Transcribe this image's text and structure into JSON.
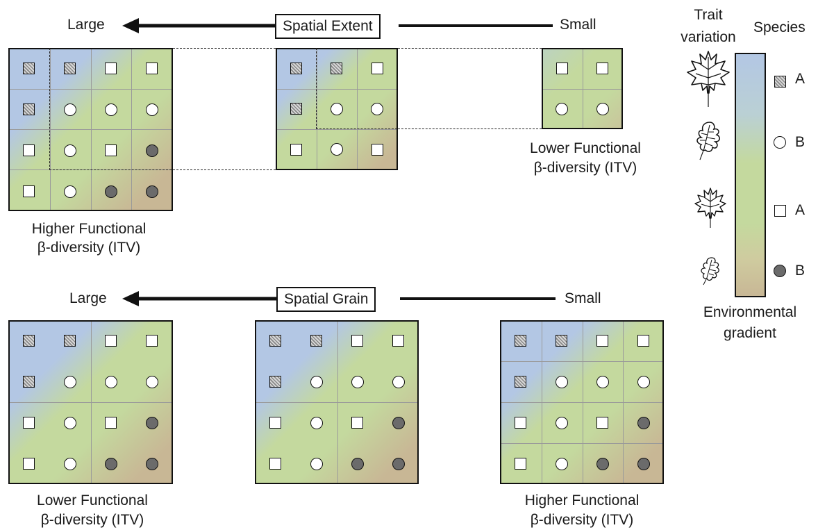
{
  "top": {
    "label": "Spatial Extent",
    "left": "Large",
    "right": "Small",
    "caption_left": [
      "Higher Functional",
      "β-diversity (ITV)"
    ],
    "caption_right": [
      "Lower Functional",
      "β-diversity (ITV)"
    ]
  },
  "bottom": {
    "label": "Spatial Grain",
    "left": "Large",
    "right": "Small",
    "caption_left": [
      "Lower Functional",
      "β-diversity (ITV)"
    ],
    "caption_right": [
      "Higher Functional",
      "β-diversity (ITV)"
    ]
  },
  "legend": {
    "trait_title": [
      "Trait",
      "variation"
    ],
    "species_title": "Species",
    "items": [
      {
        "marker": "hatched-square",
        "label": "A"
      },
      {
        "marker": "white-circle",
        "label": "B"
      },
      {
        "marker": "white-square",
        "label": "A"
      },
      {
        "marker": "dark-circle",
        "label": "B"
      }
    ],
    "gradient_title": [
      "Environmental",
      "gradient"
    ],
    "gradient_colors": [
      "#b3c7e4",
      "#c4d99e",
      "#c8b795"
    ]
  },
  "colors": {
    "blue": "#b3c7e4",
    "green": "#c4d99e",
    "tan": "#c8b795",
    "hatched_fill": "#a9a9a9",
    "dark_marker": "#6b6b6b"
  },
  "species_layout": [
    [
      "H",
      "H",
      "S",
      "S"
    ],
    [
      "H",
      "C",
      "C",
      "C"
    ],
    [
      "S",
      "C",
      "S",
      "D"
    ],
    [
      "S",
      "C",
      "D",
      "D"
    ]
  ]
}
